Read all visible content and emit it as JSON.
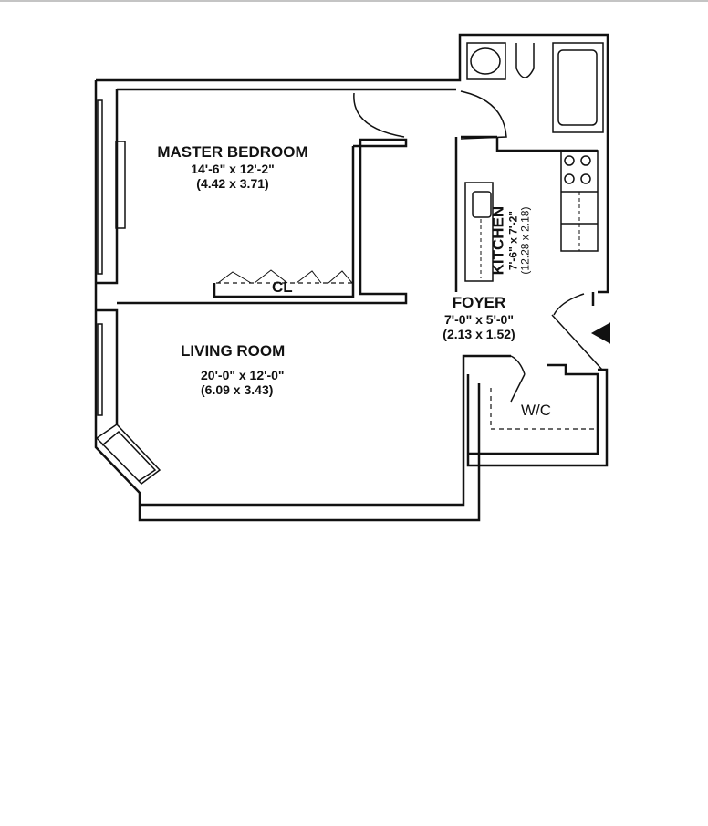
{
  "rooms": {
    "master_bedroom": {
      "name": "MASTER BEDROOM",
      "dim_imperial": "14'-6\" x 12'-2\"",
      "dim_metric": "(4.42 x 3.71)"
    },
    "closet": {
      "name": "CL"
    },
    "living_room": {
      "name": "LIVING ROOM",
      "dim_imperial": "20'-0\" x 12'-0\"",
      "dim_metric": "(6.09 x 3.43)"
    },
    "kitchen": {
      "name": "KITCHEN",
      "dim_imperial": "7'-6\" x 7'-2\"",
      "dim_metric": "(12.28 x 2.18)"
    },
    "foyer": {
      "name": "FOYER",
      "dim_imperial": "7'-0\" x 5'-0\"",
      "dim_metric": "(2.13 x 1.52)"
    },
    "walk_in_closet": {
      "name": "W/C"
    }
  }
}
